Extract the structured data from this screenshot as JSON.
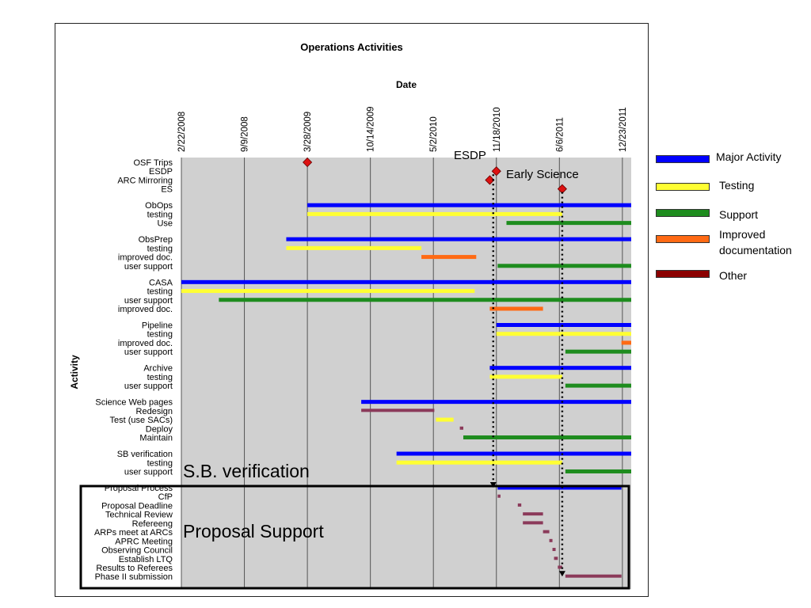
{
  "chart_data": {
    "type": "gantt",
    "title": "Operations Activities",
    "xlabel": "Date",
    "ylabel": "Activity",
    "x_ticks": [
      "2/22/2008",
      "9/9/2008",
      "3/28/2009",
      "10/14/2009",
      "5/2/2010",
      "11/18/2010",
      "6/6/2011",
      "12/23/2011"
    ],
    "xlim": [
      "2008-02-22",
      "2012-01-20"
    ],
    "grid": true,
    "colors": {
      "major": "#0000ff",
      "testing": "#ffff33",
      "support": "#1e8c1e",
      "doc": "#ff6a14",
      "other": "#8b3a5a",
      "milestone": "#dd1111",
      "plot_bg": "#d0d0d0"
    },
    "milestones": [
      {
        "row": 0,
        "date": "2009-03-28"
      },
      {
        "row": 1,
        "date": "2010-11-18"
      },
      {
        "row": 2,
        "date": "2010-10-28"
      },
      {
        "row": 3,
        "date": "2011-06-15"
      }
    ],
    "tasks": [
      {
        "row": 4,
        "kind": "major",
        "start": "2009-03-28",
        "end": "2012-01-20"
      },
      {
        "row": 5,
        "kind": "testing",
        "start": "2009-03-28",
        "end": "2011-06-15"
      },
      {
        "row": 6,
        "kind": "support",
        "start": "2010-12-20",
        "end": "2012-01-20"
      },
      {
        "row": 7,
        "kind": "major",
        "start": "2009-01-20",
        "end": "2012-01-20"
      },
      {
        "row": 8,
        "kind": "testing",
        "start": "2009-01-20",
        "end": "2010-03-25"
      },
      {
        "row": 9,
        "kind": "doc",
        "start": "2010-03-25",
        "end": "2010-09-15"
      },
      {
        "row": 10,
        "kind": "support",
        "start": "2010-11-22",
        "end": "2012-01-20"
      },
      {
        "row": 11,
        "kind": "major",
        "start": "2008-02-22",
        "end": "2012-01-20"
      },
      {
        "row": 12,
        "kind": "testing",
        "start": "2008-02-22",
        "end": "2010-09-10"
      },
      {
        "row": 13,
        "kind": "support",
        "start": "2008-06-20",
        "end": "2012-01-20"
      },
      {
        "row": 14,
        "kind": "doc",
        "start": "2010-10-28",
        "end": "2011-04-15"
      },
      {
        "row": 15,
        "kind": "major",
        "start": "2010-11-18",
        "end": "2012-01-20"
      },
      {
        "row": 16,
        "kind": "testing",
        "start": "2010-11-18",
        "end": "2012-01-20"
      },
      {
        "row": 17,
        "kind": "doc",
        "start": "2011-12-20",
        "end": "2012-01-20"
      },
      {
        "row": 18,
        "kind": "support",
        "start": "2011-06-25",
        "end": "2012-01-20"
      },
      {
        "row": 19,
        "kind": "major",
        "start": "2010-10-28",
        "end": "2012-01-20"
      },
      {
        "row": 20,
        "kind": "testing",
        "start": "2010-10-28",
        "end": "2011-06-15"
      },
      {
        "row": 21,
        "kind": "support",
        "start": "2011-06-25",
        "end": "2012-01-20"
      },
      {
        "row": 22,
        "kind": "major",
        "start": "2009-09-15",
        "end": "2012-01-20"
      },
      {
        "row": 23,
        "kind": "other",
        "start": "2009-09-15",
        "end": "2010-05-05"
      },
      {
        "row": 24,
        "kind": "testing",
        "start": "2010-05-10",
        "end": "2010-07-05"
      },
      {
        "row": 25,
        "kind": "other",
        "start": "2010-07-25",
        "end": "2010-08-05"
      },
      {
        "row": 26,
        "kind": "support",
        "start": "2010-08-05",
        "end": "2012-01-20"
      },
      {
        "row": 27,
        "kind": "major",
        "start": "2010-01-05",
        "end": "2012-01-20"
      },
      {
        "row": 28,
        "kind": "testing",
        "start": "2010-01-05",
        "end": "2011-06-15"
      },
      {
        "row": 29,
        "kind": "support",
        "start": "2011-06-25",
        "end": "2012-01-20"
      },
      {
        "row": 30,
        "kind": "major",
        "start": "2010-11-22",
        "end": "2011-12-20"
      },
      {
        "row": 31,
        "kind": "other",
        "start": "2010-11-22",
        "end": "2010-12-01"
      },
      {
        "row": 32,
        "kind": "other",
        "start": "2011-01-25",
        "end": "2011-02-05"
      },
      {
        "row": 33,
        "kind": "other",
        "start": "2011-02-10",
        "end": "2011-04-15"
      },
      {
        "row": 34,
        "kind": "other",
        "start": "2011-02-10",
        "end": "2011-04-15"
      },
      {
        "row": 35,
        "kind": "other",
        "start": "2011-04-15",
        "end": "2011-05-05"
      },
      {
        "row": 36,
        "kind": "other",
        "start": "2011-05-05",
        "end": "2011-05-15"
      },
      {
        "row": 37,
        "kind": "other",
        "start": "2011-05-15",
        "end": "2011-05-25"
      },
      {
        "row": 38,
        "kind": "other",
        "start": "2011-05-20",
        "end": "2011-06-01"
      },
      {
        "row": 39,
        "kind": "other",
        "start": "2011-06-01",
        "end": "2011-06-15"
      },
      {
        "row": 40,
        "kind": "other",
        "start": "2011-06-25",
        "end": "2011-12-20"
      }
    ],
    "dotted_arrows": [
      {
        "date": "2010-11-08",
        "from_row": 1,
        "to_row": 30
      },
      {
        "date": "2011-06-15",
        "from_row": 3,
        "to_row": 40
      }
    ]
  },
  "row_labels": [
    "OSF Trips",
    "ESDP",
    "ARC Mirroring",
    "ES",
    "ObOps",
    "testing",
    "Use",
    "ObsPrep",
    "testing",
    "improved doc.",
    "user support",
    "CASA",
    "testing",
    "user support",
    "improved doc.",
    "Pipeline",
    "testing",
    "improved doc.",
    "user support",
    "Archive",
    "testing",
    "user support",
    "Science Web pages",
    "Redesign",
    "Test (use SACs)",
    "Deploy",
    "Maintain",
    "SB verification",
    "testing",
    "user support",
    "Proposal Process",
    "CfP",
    "Proposal Deadline",
    "Technical Review",
    "Refereeng",
    "ARPs meet at ARCs",
    "APRC Meeting",
    "Observing Council",
    "Establish LTQ",
    "Results to Referees",
    "Phase II submission"
  ],
  "legend": [
    {
      "key": "major",
      "label": "Major Activity"
    },
    {
      "key": "testing",
      "label": "Testing"
    },
    {
      "key": "support",
      "label": "Support"
    },
    {
      "key": "doc",
      "label": "Improved documentation"
    },
    {
      "key": "other",
      "label": "Other"
    }
  ],
  "annotations": {
    "esdp": "ESDP",
    "early_science": "Early Science",
    "sb_verification": "S.B. verification",
    "proposal_support": "Proposal Support"
  }
}
